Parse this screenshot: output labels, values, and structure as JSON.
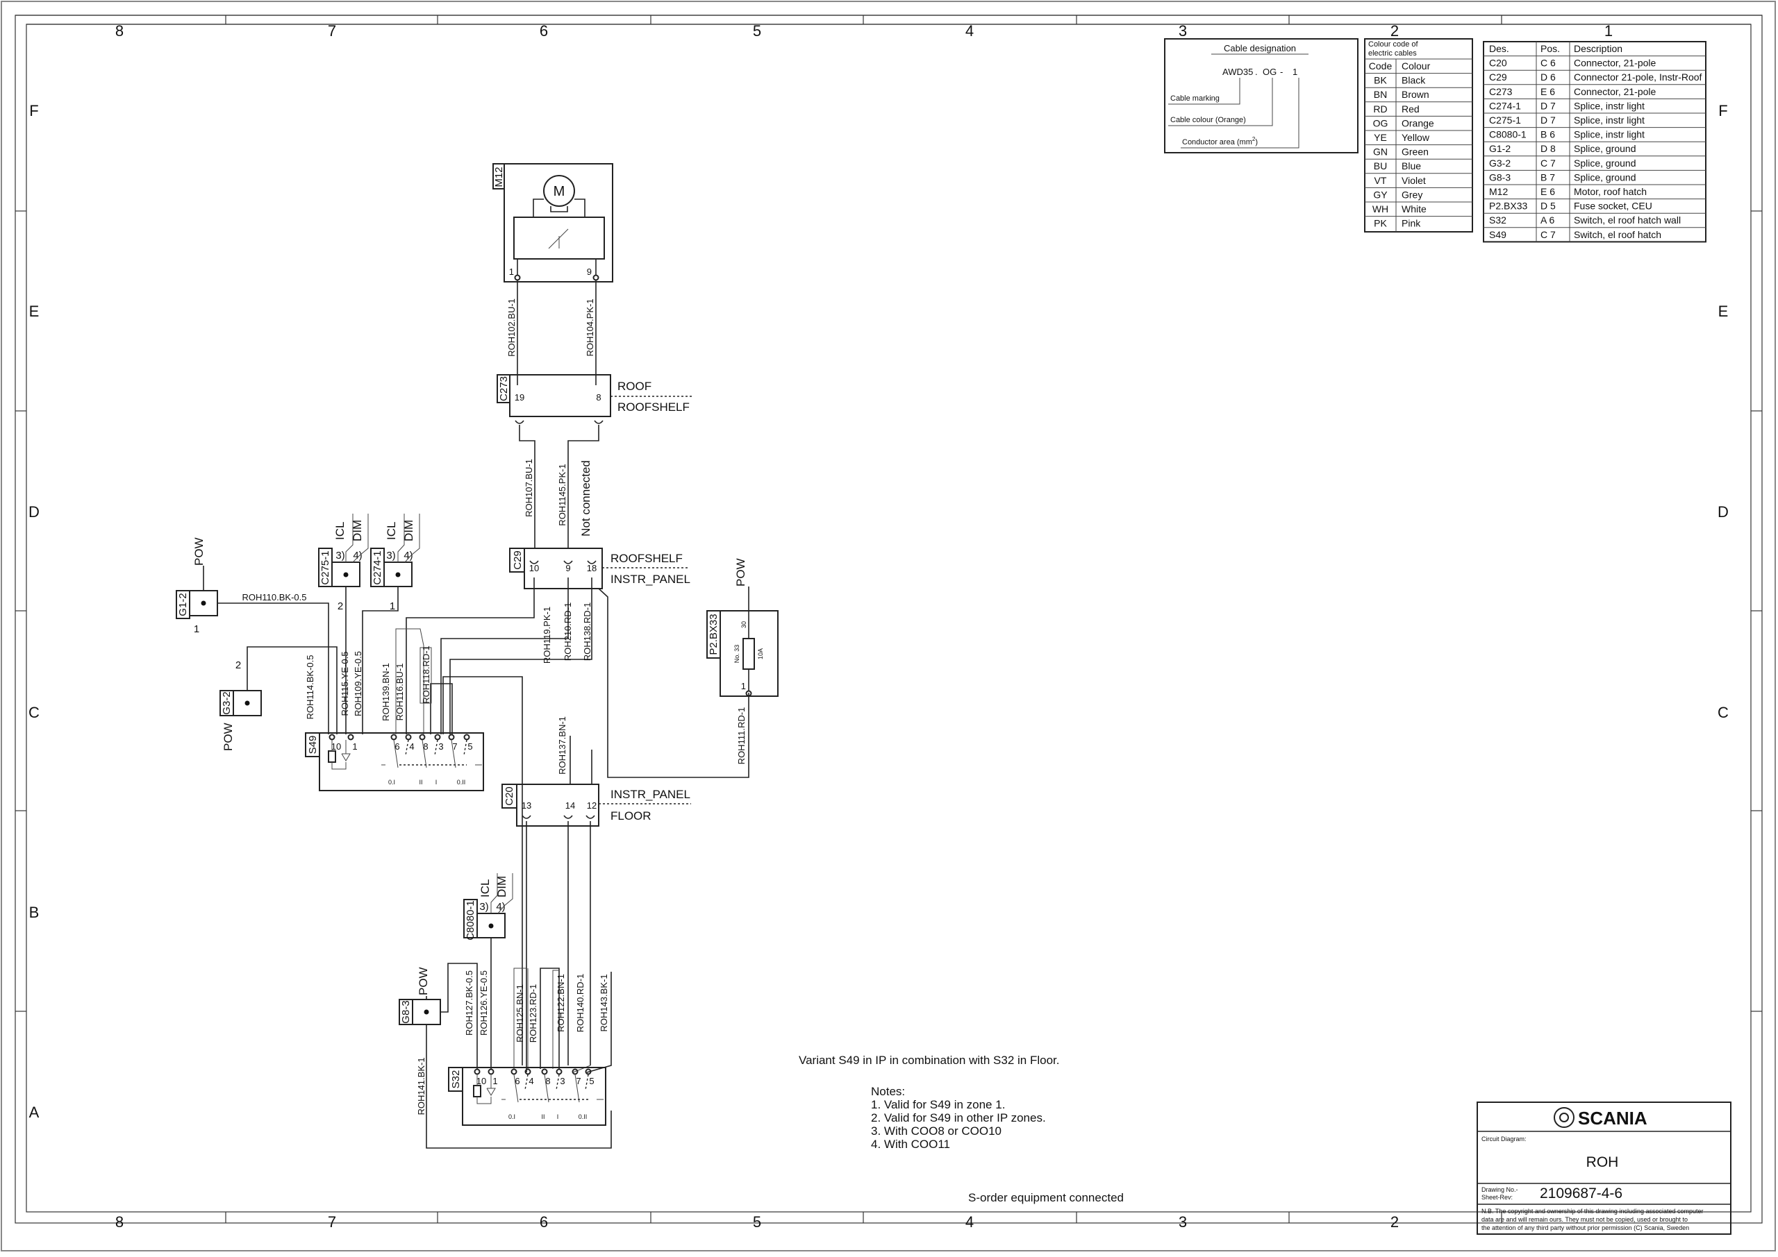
{
  "grid": {
    "columns": [
      "8",
      "7",
      "6",
      "5",
      "4",
      "3",
      "2",
      "1"
    ],
    "rows": [
      "F",
      "E",
      "D",
      "C",
      "B",
      "A"
    ]
  },
  "cable_designation": {
    "title": "Cable designation",
    "example_a": "AWD35",
    "example_b": "OG",
    "example_c": "1",
    "dot": ".",
    "dash": "-",
    "cable_marking": "Cable marking",
    "cable_colour": "Cable colour (Orange)",
    "conductor_area": "Conductor area (mm",
    "conductor_area_sup": "2",
    "conductor_area_end": ")"
  },
  "colour_table": {
    "title_line1": "Colour code of",
    "title_line2": "electric cables",
    "header": [
      "Code",
      "Colour"
    ],
    "rows": [
      [
        "BK",
        "Black"
      ],
      [
        "BN",
        "Brown"
      ],
      [
        "RD",
        "Red"
      ],
      [
        "OG",
        "Orange"
      ],
      [
        "YE",
        "Yellow"
      ],
      [
        "GN",
        "Green"
      ],
      [
        "BU",
        "Blue"
      ],
      [
        "VT",
        "Violet"
      ],
      [
        "GY",
        "Grey"
      ],
      [
        "WH",
        "White"
      ],
      [
        "PK",
        "Pink"
      ]
    ]
  },
  "component_table": {
    "header": [
      "Des.",
      "Pos.",
      "Description"
    ],
    "rows": [
      [
        "C20",
        "C 6",
        "Connector, 21-pole"
      ],
      [
        "C29",
        "D 6",
        "Connector 21-pole, Instr-Roof"
      ],
      [
        "C273",
        "E 6",
        "Connector, 21-pole"
      ],
      [
        "C274-1",
        "D 7",
        "Splice, instr light"
      ],
      [
        "C275-1",
        "D 7",
        "Splice, instr light"
      ],
      [
        "C8080-1",
        "B 6",
        "Splice, instr light"
      ],
      [
        "G1-2",
        "D 8",
        "Splice, ground"
      ],
      [
        "G3-2",
        "C 7",
        "Splice, ground"
      ],
      [
        "G8-3",
        "B 7",
        "Splice, ground"
      ],
      [
        "M12",
        "E 6",
        "Motor, roof hatch"
      ],
      [
        "P2.BX33",
        "D 5",
        "Fuse socket, CEU"
      ],
      [
        "S32",
        "A 6",
        "Switch, el roof hatch wall"
      ],
      [
        "S49",
        "C 7",
        "Switch, el roof hatch"
      ]
    ]
  },
  "components": {
    "m12": "M12",
    "motor": "M",
    "m12_pin1": "1",
    "m12_pin9": "9",
    "c273": "C273",
    "c273_pin19": "19",
    "c273_pin8": "8",
    "roof": "ROOF",
    "roofshelf_1": "ROOFSHELF",
    "c29": "C29",
    "c29_pin10": "10",
    "c29_pin9": "9",
    "c29_pin18": "18",
    "roofshelf_2": "ROOFSHELF",
    "instr_panel_1": "INSTR_PANEL",
    "c20": "C20",
    "c20_pin13": "13",
    "c20_pin14": "14",
    "c20_pin12": "12",
    "instr_panel_2": "INSTR_PANEL",
    "floor": "FLOOR",
    "g12": "G1-2",
    "g12_pin": "1",
    "g32": "G3-2",
    "g32_pin": "2",
    "g83": "G8-3",
    "pow_1": "POW",
    "pow_2": "POW",
    "pow_3": "POW",
    "pow_4": "POW",
    "c2751": "C275-1",
    "c2741": "C274-1",
    "c80801": "C8080-1",
    "icl_1": "ICL",
    "dim_1": "DIM",
    "icl_2": "ICL",
    "dim_2": "DIM",
    "icl_3": "ICL",
    "dim_3": "DIM",
    "n3_1": "3)",
    "n4_1": "4)",
    "n3_2": "3)",
    "n4_2": "4)",
    "n3_3": "3)",
    "n4_3": "4)",
    "c2751_pin": "2",
    "c2741_pin": "1",
    "p2bx33": "P2.BX33",
    "fuse_no": "No. 33",
    "fuse_amp": "10A",
    "fuse_30": "30",
    "fuse_1": "1",
    "s49": "S49",
    "s32": "S32",
    "sw_pins": [
      "10",
      "1",
      "6",
      "4",
      "8",
      "3",
      "7",
      "5"
    ],
    "sw_pos": [
      "0.I",
      "II",
      "I",
      "0.II"
    ]
  },
  "wires": {
    "roh102": "ROH102.BU-1",
    "roh104": "ROH104.PK-1",
    "roh107": "ROH107.BU-1",
    "roh1145": "ROH1145.PK-1",
    "not_connected": "Not connected",
    "roh110": "ROH110.BK-0.5",
    "roh114": "ROH114.BK-0.5",
    "roh115": "ROH115.YE-0.5",
    "roh109": "ROH109.YE-0.5",
    "roh139": "ROH139.BN-1",
    "roh116": "ROH116.BU-1",
    "roh118": "ROH118.RD-1",
    "roh119": "ROH119.PK-1",
    "roh210": "ROH210.RD-1",
    "roh138": "ROH138.RD-1",
    "roh137": "ROH137.BN-1",
    "roh111": "ROH111.RD-1",
    "roh127": "ROH127.BK-0.5",
    "roh126": "ROH126.YE-0.5",
    "roh125": "ROH125.BN-1",
    "roh123": "ROH123.RD-1",
    "roh122": "ROH122.BN-1",
    "roh140": "ROH140.RD-1",
    "roh143": "ROH143.BK-1",
    "roh141": "ROH141.BK-1"
  },
  "notes": {
    "variant": "Variant S49 in IP in combination with S32 in Floor.",
    "title": "Notes:",
    "items": [
      "1. Valid for S49 in zone 1.",
      "2. Valid for S49 in other IP zones.",
      "3. With COO8 or COO10",
      "4. With COO11"
    ],
    "sorder": "S-order equipment connected"
  },
  "title_block": {
    "brand": "SCANIA",
    "circuit_label": "Circuit Diagram:",
    "circuit_name": "ROH",
    "drawing_no_label": "Drawing No.-",
    "sheet_rev_label": "Sheet-Rev:",
    "drawing_no": "2109687-4-6",
    "copyright_1": "N.B. The copyright and ownership of this drawing including associated computer",
    "copyright_2": "data are and will remain ours. They must not be copied, used or brought to",
    "copyright_3": "the attention of any third party without prior permission (C) Scania, Sweden"
  }
}
